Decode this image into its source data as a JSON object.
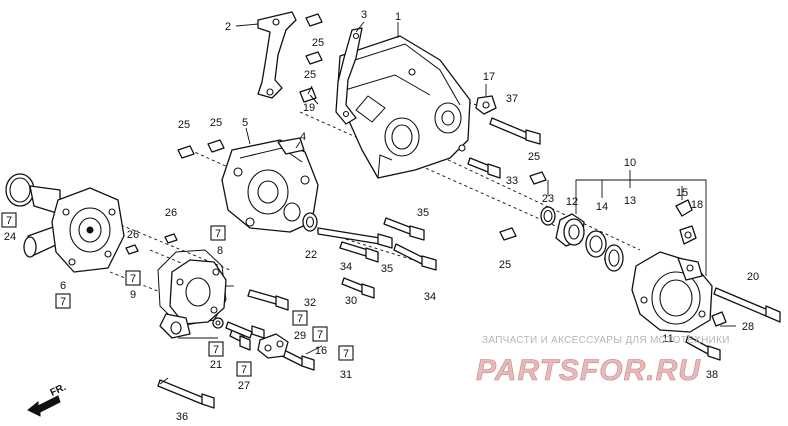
{
  "callouts": [
    {
      "id": "c1",
      "text": "1"
    },
    {
      "id": "c2",
      "text": "2"
    },
    {
      "id": "c3",
      "text": "3"
    },
    {
      "id": "c4",
      "text": "4"
    },
    {
      "id": "c5",
      "text": "5"
    },
    {
      "id": "c6",
      "text": "6"
    },
    {
      "id": "c8",
      "text": "8"
    },
    {
      "id": "c9",
      "text": "9"
    },
    {
      "id": "c10",
      "text": "10"
    },
    {
      "id": "c11",
      "text": "11"
    },
    {
      "id": "c12",
      "text": "12"
    },
    {
      "id": "c13",
      "text": "13"
    },
    {
      "id": "c14",
      "text": "14"
    },
    {
      "id": "c15",
      "text": "15"
    },
    {
      "id": "c16",
      "text": "16"
    },
    {
      "id": "c17",
      "text": "17"
    },
    {
      "id": "c18",
      "text": "18"
    },
    {
      "id": "c19",
      "text": "19"
    },
    {
      "id": "c20",
      "text": "20"
    },
    {
      "id": "c21",
      "text": "21"
    },
    {
      "id": "c22",
      "text": "22"
    },
    {
      "id": "c23",
      "text": "23"
    },
    {
      "id": "c24",
      "text": "24"
    },
    {
      "id": "c25a",
      "text": "25"
    },
    {
      "id": "c25b",
      "text": "25"
    },
    {
      "id": "c25c",
      "text": "25"
    },
    {
      "id": "c25d",
      "text": "25"
    },
    {
      "id": "c25e",
      "text": "25"
    },
    {
      "id": "c25f",
      "text": "25"
    },
    {
      "id": "c26a",
      "text": "26"
    },
    {
      "id": "c26b",
      "text": "26"
    },
    {
      "id": "c27",
      "text": "27"
    },
    {
      "id": "c28",
      "text": "28"
    },
    {
      "id": "c29",
      "text": "29"
    },
    {
      "id": "c30",
      "text": "30"
    },
    {
      "id": "c31",
      "text": "31"
    },
    {
      "id": "c32",
      "text": "32"
    },
    {
      "id": "c33",
      "text": "33"
    },
    {
      "id": "c34a",
      "text": "34"
    },
    {
      "id": "c34b",
      "text": "34"
    },
    {
      "id": "c35a",
      "text": "35"
    },
    {
      "id": "c35b",
      "text": "35"
    },
    {
      "id": "c36",
      "text": "36"
    },
    {
      "id": "c37",
      "text": "37"
    },
    {
      "id": "c38",
      "text": "38"
    }
  ],
  "ref_boxes": [
    {
      "id": "r24",
      "text": "7"
    },
    {
      "id": "r6",
      "text": "7"
    },
    {
      "id": "r8",
      "text": "7"
    },
    {
      "id": "r9",
      "text": "7"
    },
    {
      "id": "r29",
      "text": "7"
    },
    {
      "id": "r29b",
      "text": "7"
    },
    {
      "id": "r21",
      "text": "7"
    },
    {
      "id": "r27",
      "text": "7"
    },
    {
      "id": "r31",
      "text": "7"
    }
  ],
  "direction_label": "FR.",
  "watermark": {
    "line1": "ЗАПЧАСТИ И АКСЕССУАРЫ ДЛЯ МОТОТЕХНИКИ",
    "line2": "PARTSFOR.RU"
  }
}
